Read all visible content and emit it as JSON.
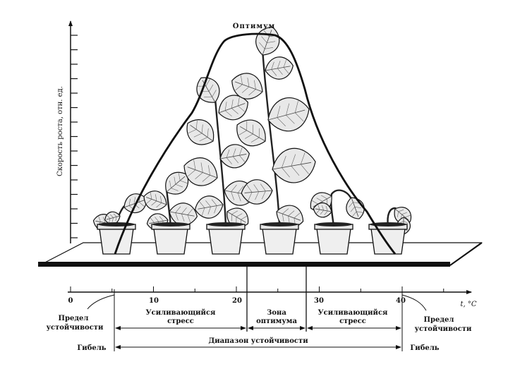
{
  "diagram": {
    "optimum_label": "Оптимум",
    "y_axis_label": "Скорость роста, отн. ед.",
    "x_axis_label": "t, °C",
    "x_ticks": [
      "0",
      "10",
      "20",
      "30",
      "40"
    ],
    "zones": [
      {
        "label_line1": "Усиливающийся",
        "label_line2": "стресс"
      },
      {
        "label_line1": "Зона",
        "label_line2": "оптимума"
      },
      {
        "label_line1": "Усиливающийся",
        "label_line2": "стресс"
      }
    ],
    "left_limit": {
      "line1": "Предел",
      "line2": "устойчивости"
    },
    "right_limit": {
      "line1": "Предел",
      "line2": "устойчивости"
    },
    "left_death": "Гибель",
    "right_death": "Гибель",
    "range_label": "Диапазон устойчивости"
  }
}
